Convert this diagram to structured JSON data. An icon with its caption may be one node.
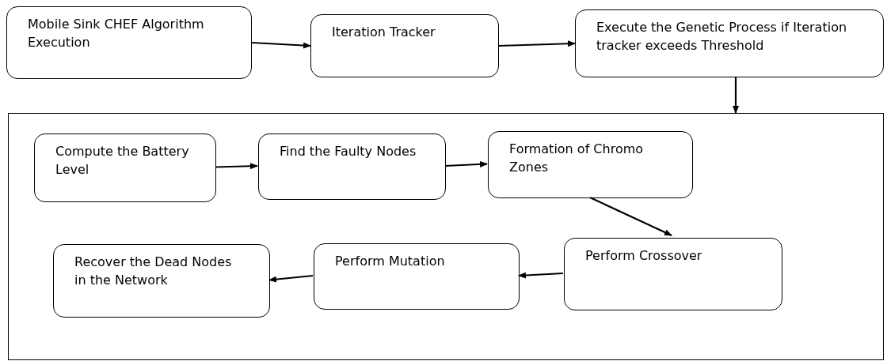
{
  "diagram": {
    "nodes": [
      {
        "text": [
          "Mobile Sink CHEF Algorithm Execution"
        ]
      },
      {
        "text": [
          "Iteration Tracker"
        ]
      },
      {
        "text": [
          "Execute the Genetic Process if Iteration tracker exceeds Threshold"
        ]
      },
      {
        "text": [],
        "shape": "box"
      },
      {
        "text": [
          "Compute the Battery Level"
        ],
        "in": 3
      },
      {
        "text": [
          "Find the Faulty Nodes"
        ],
        "in": 3
      },
      {
        "text": [
          "Formation of Chromo Zones"
        ],
        "in": 3
      },
      {
        "text": [
          "Perform Crossover"
        ],
        "in": 3
      },
      {
        "text": [
          "Perform Mutation"
        ],
        "in": 3
      },
      {
        "text": [
          "Recover the Dead Nodes in the Network"
        ],
        "in": 3
      }
    ],
    "edges": [
      {
        "from": 0,
        "to": 1,
        "arrow": "to"
      },
      {
        "from": 1,
        "to": 2,
        "arrow": "to"
      },
      {
        "from": 2,
        "to": 3,
        "arrow": "to"
      },
      {
        "from": 4,
        "to": 5,
        "arrow": "to"
      },
      {
        "from": 5,
        "to": 6,
        "arrow": "to"
      },
      {
        "from": 6,
        "to": 7,
        "arrow": "to"
      },
      {
        "from": 7,
        "to": 8,
        "arrow": "to"
      },
      {
        "from": 8,
        "to": 9,
        "arrow": "to"
      }
    ]
  }
}
